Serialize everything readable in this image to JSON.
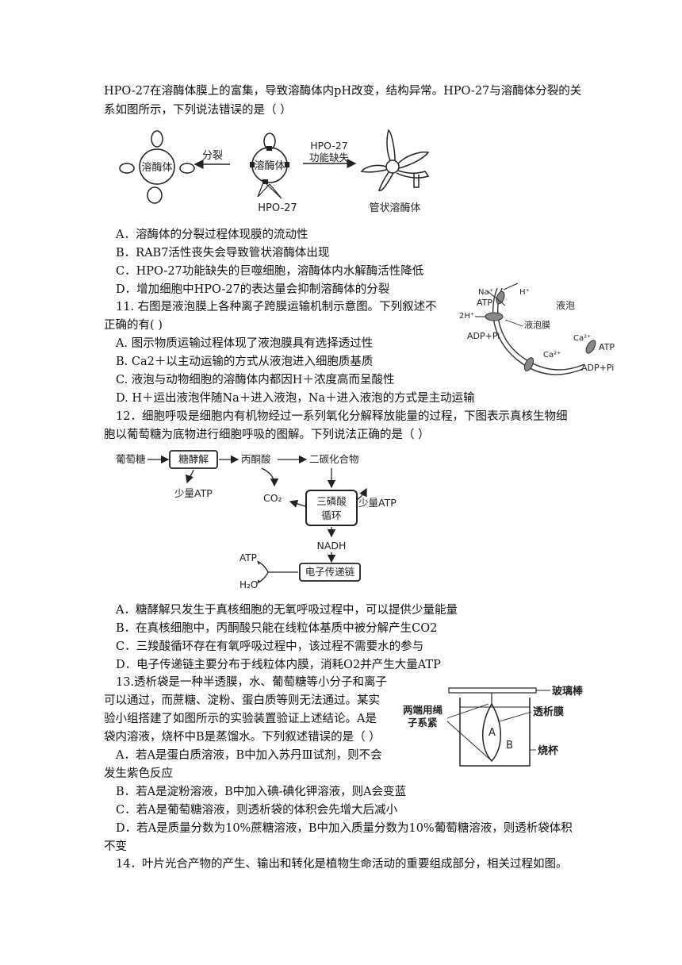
{
  "q10": {
    "stem_line1": "HPO-27在溶酶体膜上的富集，导致溶酶体内pH改变，结构异常。HPO-27与溶酶体分裂的关",
    "stem_line2": "系如图所示，下列说法错误的是（    ）",
    "figure": {
      "lysosome_label_left": "溶酶体",
      "split_label": "分裂",
      "lysosome_label_mid": "溶酶体",
      "arrow_label_line1": "HPO-27",
      "arrow_label_line2": "功能缺失",
      "hpo_label": "HPO-27",
      "tubular_label": "管状溶酶体"
    },
    "options": [
      "A．溶酶体的分裂过程体现膜的流动性",
      "B．RAB7活性丧失会导致管状溶酶体出现",
      "C．HPO-27功能缺失的巨噬细胞，溶酶体内水解酶活性降低",
      "D．增加细胞中HPO-27的表达量会抑制溶酶体的分裂"
    ]
  },
  "q11": {
    "stem_line1": "11. 右图是液泡膜上各种离子跨膜运输机制示意图。下列叙述不",
    "stem_line2": "正确的有(        )",
    "figure": {
      "na": "Na⁺",
      "h": "H⁺",
      "atp": "ATP",
      "h2": "2H⁺",
      "adp": "ADP+Pi",
      "vacuole": "液泡",
      "membrane": "液泡膜",
      "ca1": "Ca²⁺",
      "ca2": "Ca²⁺",
      "atp2": "ATP",
      "adp2": "ADP+Pi"
    },
    "options": [
      "A. 图示物质运输过程体现了液泡膜具有选择透过性",
      "B. Ca2＋以主动运输的方式从液泡进入细胞质基质",
      "C. 液泡与动物细胞的溶酶体内都因H＋浓度高而呈酸性",
      "D. H＋运出液泡伴随Na＋进入液泡，Na＋进入液泡的方式是主动运输"
    ]
  },
  "q12": {
    "stem_line1": "12．细胞呼吸是细胞内有机物经过一系列氧化分解释放能量的过程，下图表示真核生物细",
    "stem_line2": "胞以葡萄糖为底物进行细胞呼吸的图解。下列说法正确的是（    ）",
    "figure": {
      "glucose": "葡萄糖",
      "glycolysis": "糖酵解",
      "pyruvate": "丙酮酸",
      "twocarbon": "二碳化合物",
      "little_atp1": "少量ATP",
      "co2": "CO₂",
      "tca1": "三磷酸",
      "tca2": "循环",
      "little_atp2": "少量ATP",
      "nadh": "NADH",
      "atp": "ATP",
      "h2o": "H₂O",
      "etc": "电子传递链"
    },
    "options": [
      "A．糖酵解只发生于真核细胞的无氧呼吸过程中，可以提供少量能量",
      "B．在真核细胞中，丙酮酸只能在线粒体基质中被分解产生CO2",
      "C．三羧酸循环存在有氧呼吸过程中，该过程不需要水的参与",
      "D．电子传递链主要分布于线粒体内膜，消耗O2并产生大量ATP"
    ]
  },
  "q13": {
    "stem_lines": [
      "13.透析袋是一种半透膜，水、葡萄糖等小分子和离子",
      "可以通过，而蔗糖、淀粉、蛋白质等则无法通过。某实",
      "验小组搭建了如图所示的实验装置验证上述结论。A是",
      "袋内溶液，烧杯中B是蒸馏水。下列叙述错误的是（    ）"
    ],
    "figure": {
      "rod": "玻璃棒",
      "tie1": "两端用绳",
      "tie2": "子系紧",
      "membrane": "透析膜",
      "a": "A",
      "b": "B",
      "beaker": "烧杯"
    },
    "options": [
      "A．若A是蛋白质溶液，B中加入苏丹Ⅲ试剂，则不会",
      "发生紫色反应",
      "B．若A是淀粉溶液，B中加入碘-碘化钾溶液，则A会变蓝",
      "C．若A是葡萄糖溶液，则透析袋的体积会先增大后减小",
      "D．若A是质量分数为10%蔗糖溶液，B中加入质量分数为10%葡萄糖溶液，则透析袋体积",
      "不变"
    ]
  },
  "q14": {
    "stem_line1": "14．叶片光合产物的产生、输出和转化是植物生命活动的重要组成部分，相关过程如图。"
  }
}
